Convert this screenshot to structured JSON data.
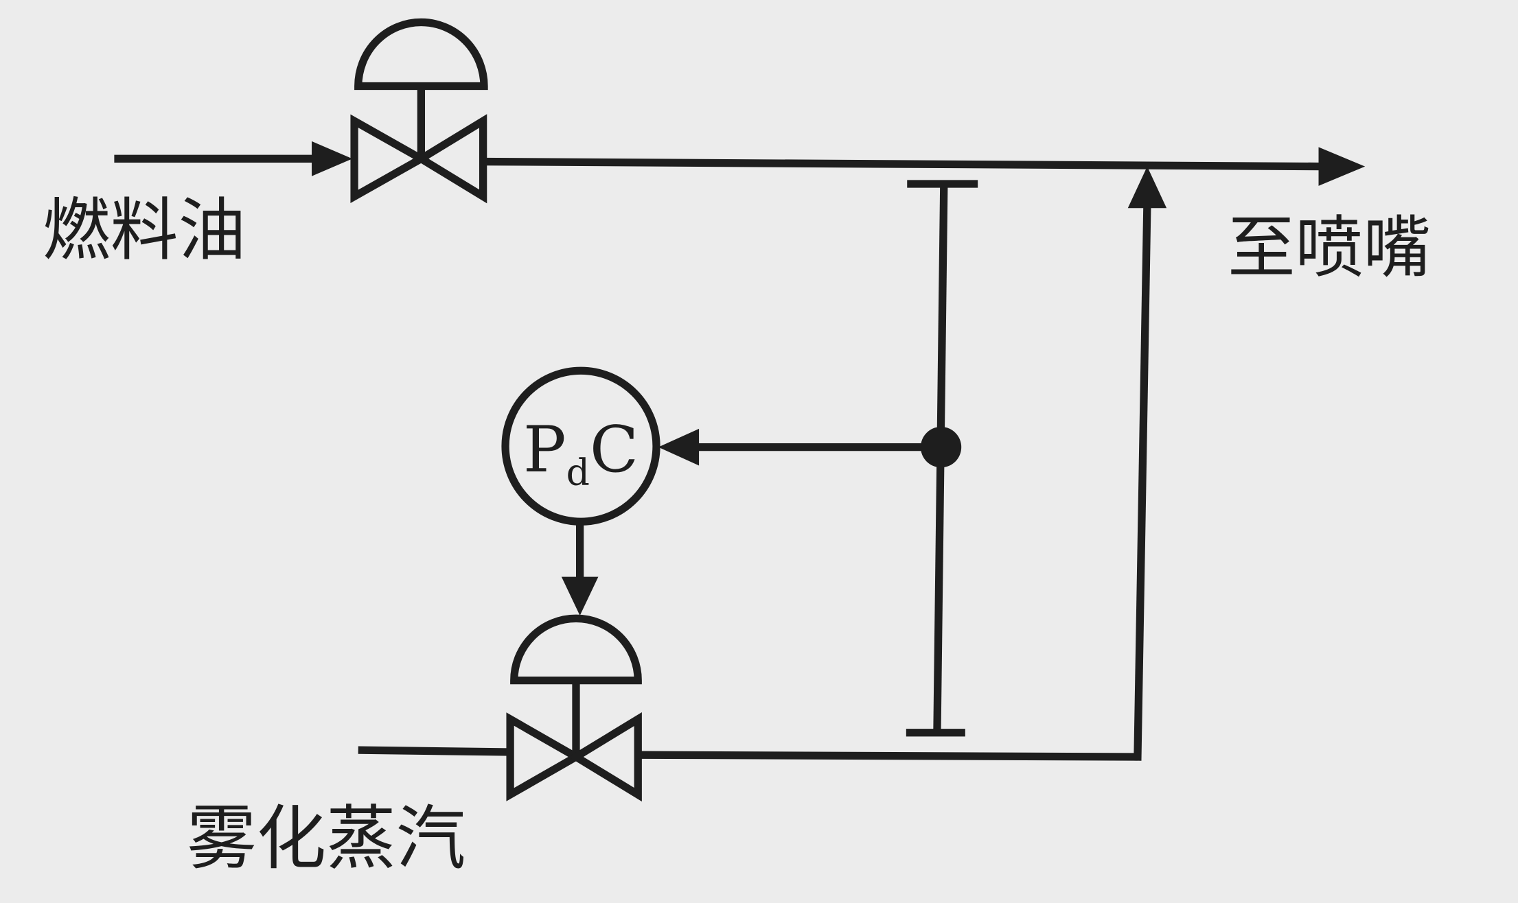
{
  "labels": {
    "fuel_oil": "燃料油",
    "to_nozzle": "至喷嘴",
    "atomizing_steam": "雾化蒸汽"
  },
  "controller": {
    "letter_main": "P",
    "letter_sub": "d",
    "letter_suffix": "C"
  },
  "colors": {
    "line": "#1e1e1e",
    "background": "#ececec"
  }
}
